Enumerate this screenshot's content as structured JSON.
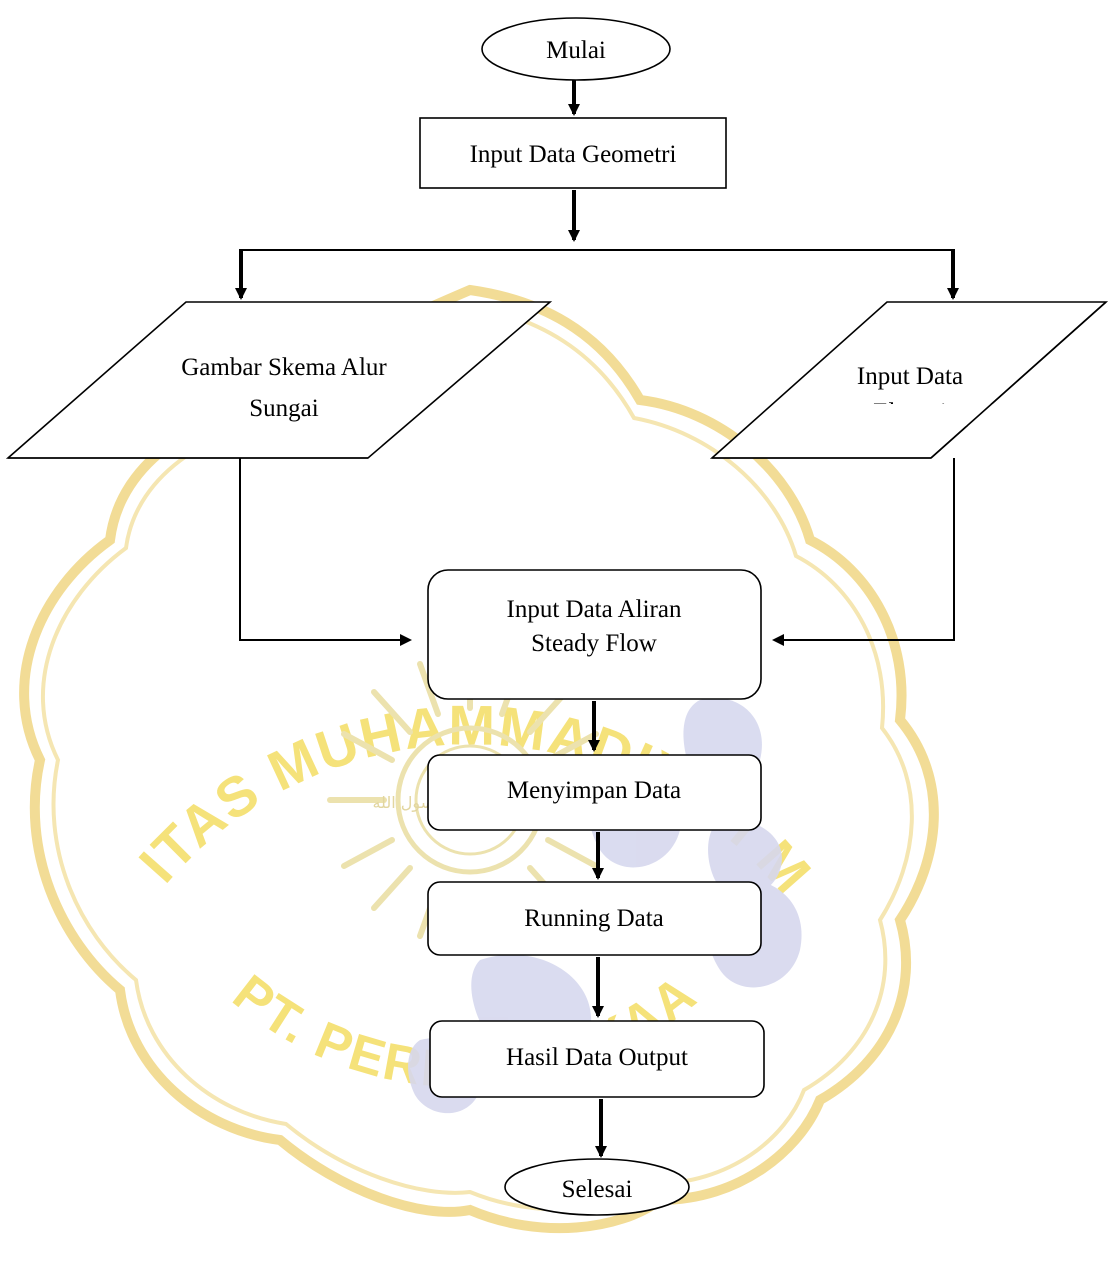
{
  "watermark": {
    "arc_top": "UNIVERSITAS MUHAMMADIYAH MATARAM",
    "arc_bottom": "UPT. PERPUSTAKAAN",
    "color": "#f5e27a",
    "border_color": "#f2dc96",
    "logo_color": "#ece2ae",
    "logo_text": "لا إله إلا الله محمد رسول الله"
  },
  "diagram": {
    "start": "Mulai",
    "input_geometri": "Input Data Geometri",
    "skema_line1": "Gambar Skema Alur",
    "skema_line2": "Sungai",
    "elevasi_line1": "Input Data",
    "elevasi_line2": "Elevasi",
    "aliran_line1": "Input Data Aliran",
    "aliran_line2": "Steady Flow",
    "simpan": "Menyimpan Data",
    "running": "Running Data",
    "hasil": "Hasil Data Output",
    "end": "Selesai"
  }
}
